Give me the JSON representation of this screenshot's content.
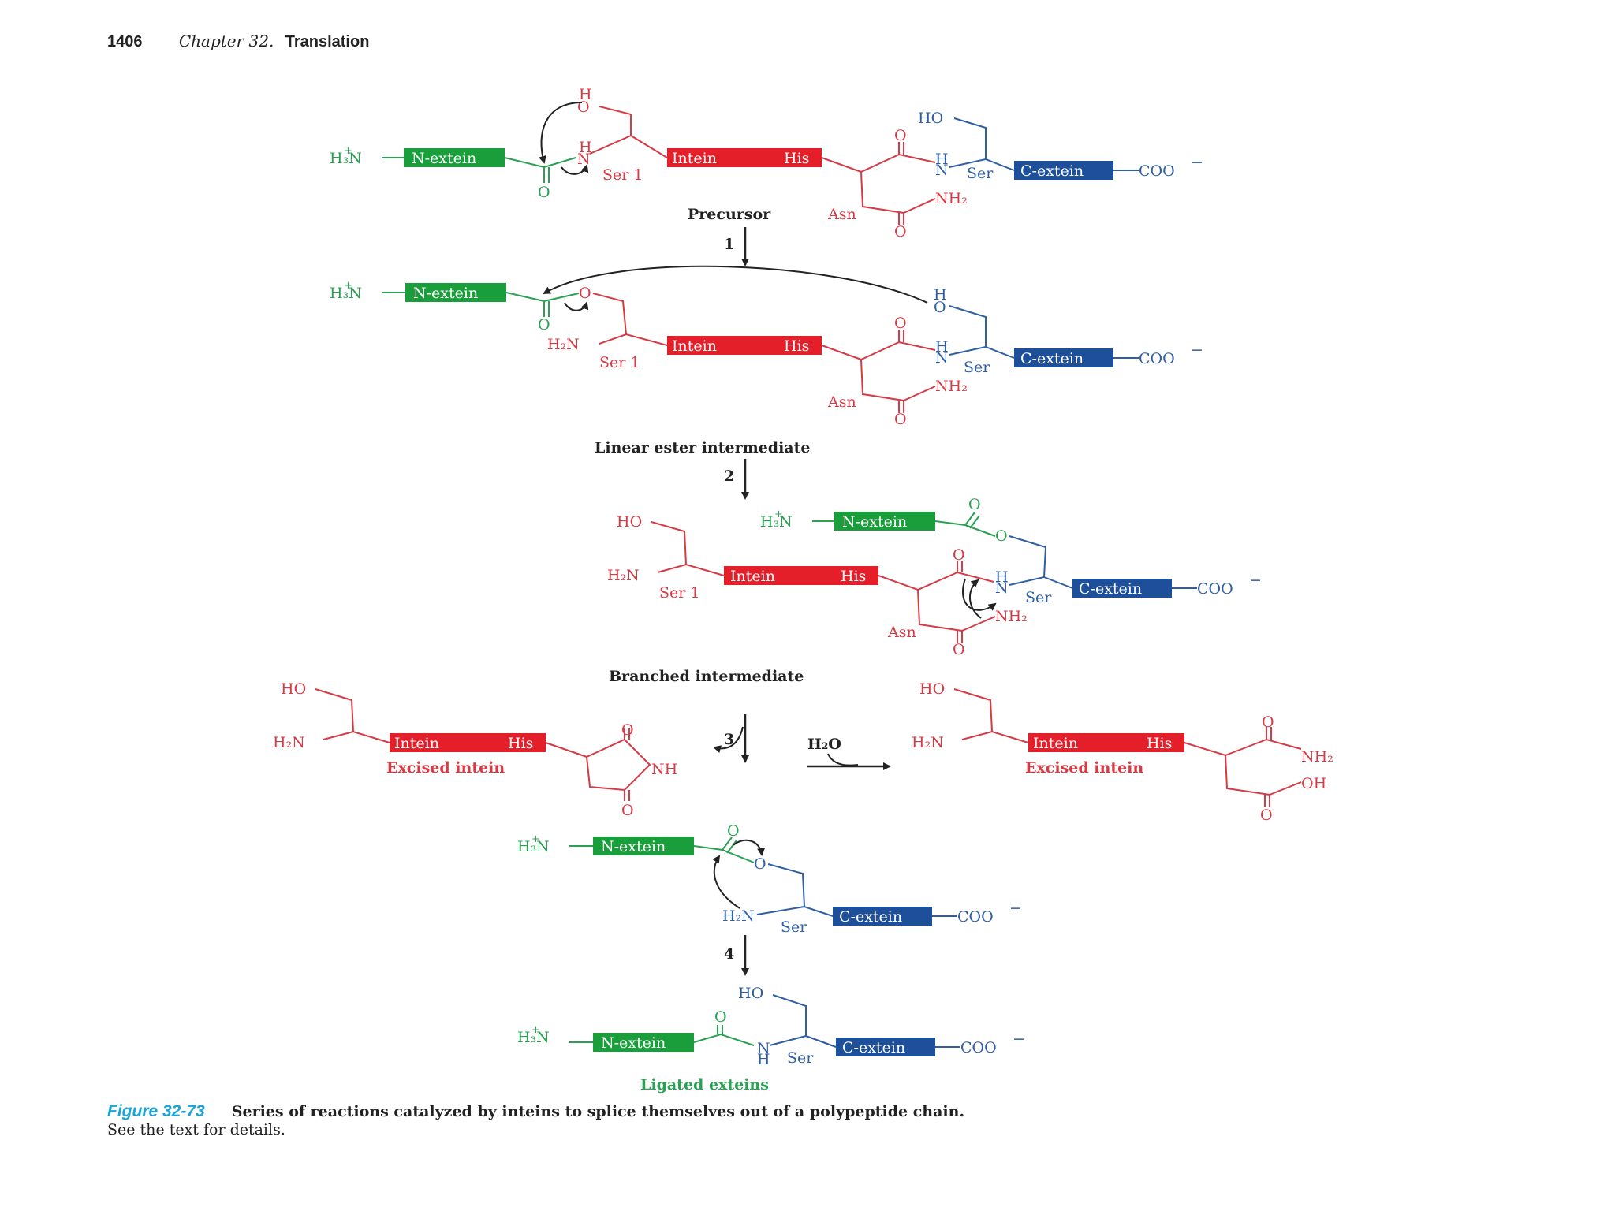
{
  "header": {
    "page_number": "1406",
    "chapter": "Chapter 32.",
    "title": "Translation"
  },
  "colors": {
    "n_extein": "#1a9e3c",
    "intein": "#e41f2a",
    "c_extein": "#1d4f9a",
    "green_text": "#2aa052",
    "red_text": "#d63a44",
    "blue_text": "#2f5ea3"
  },
  "labels": {
    "n_extein": "N-extein",
    "intein": "Intein",
    "his": "His",
    "c_extein": "C-extein",
    "h3n": "H₃N",
    "plus": "+",
    "coo": "COO",
    "minus": "−",
    "ho": "HO",
    "h2n": "H₂N",
    "h": "H",
    "n": "N",
    "o": "O",
    "nh": "NH",
    "nh2": "NH₂",
    "oh": "OH",
    "ser1": "Ser 1",
    "ser": "Ser",
    "asn": "Asn",
    "h2o": "H₂O"
  },
  "stages": {
    "precursor": "Precursor",
    "linear": "Linear ester intermediate",
    "branched": "Branched intermediate",
    "excised": "Excised intein",
    "ligated": "Ligated exteins"
  },
  "steps": [
    "1",
    "2",
    "3",
    "4"
  ],
  "caption": {
    "figure": "Figure 32-73",
    "bold": "Series of reactions catalyzed by inteins to splice themselves out of a polypeptide chain.",
    "normal": "See the text for details."
  }
}
